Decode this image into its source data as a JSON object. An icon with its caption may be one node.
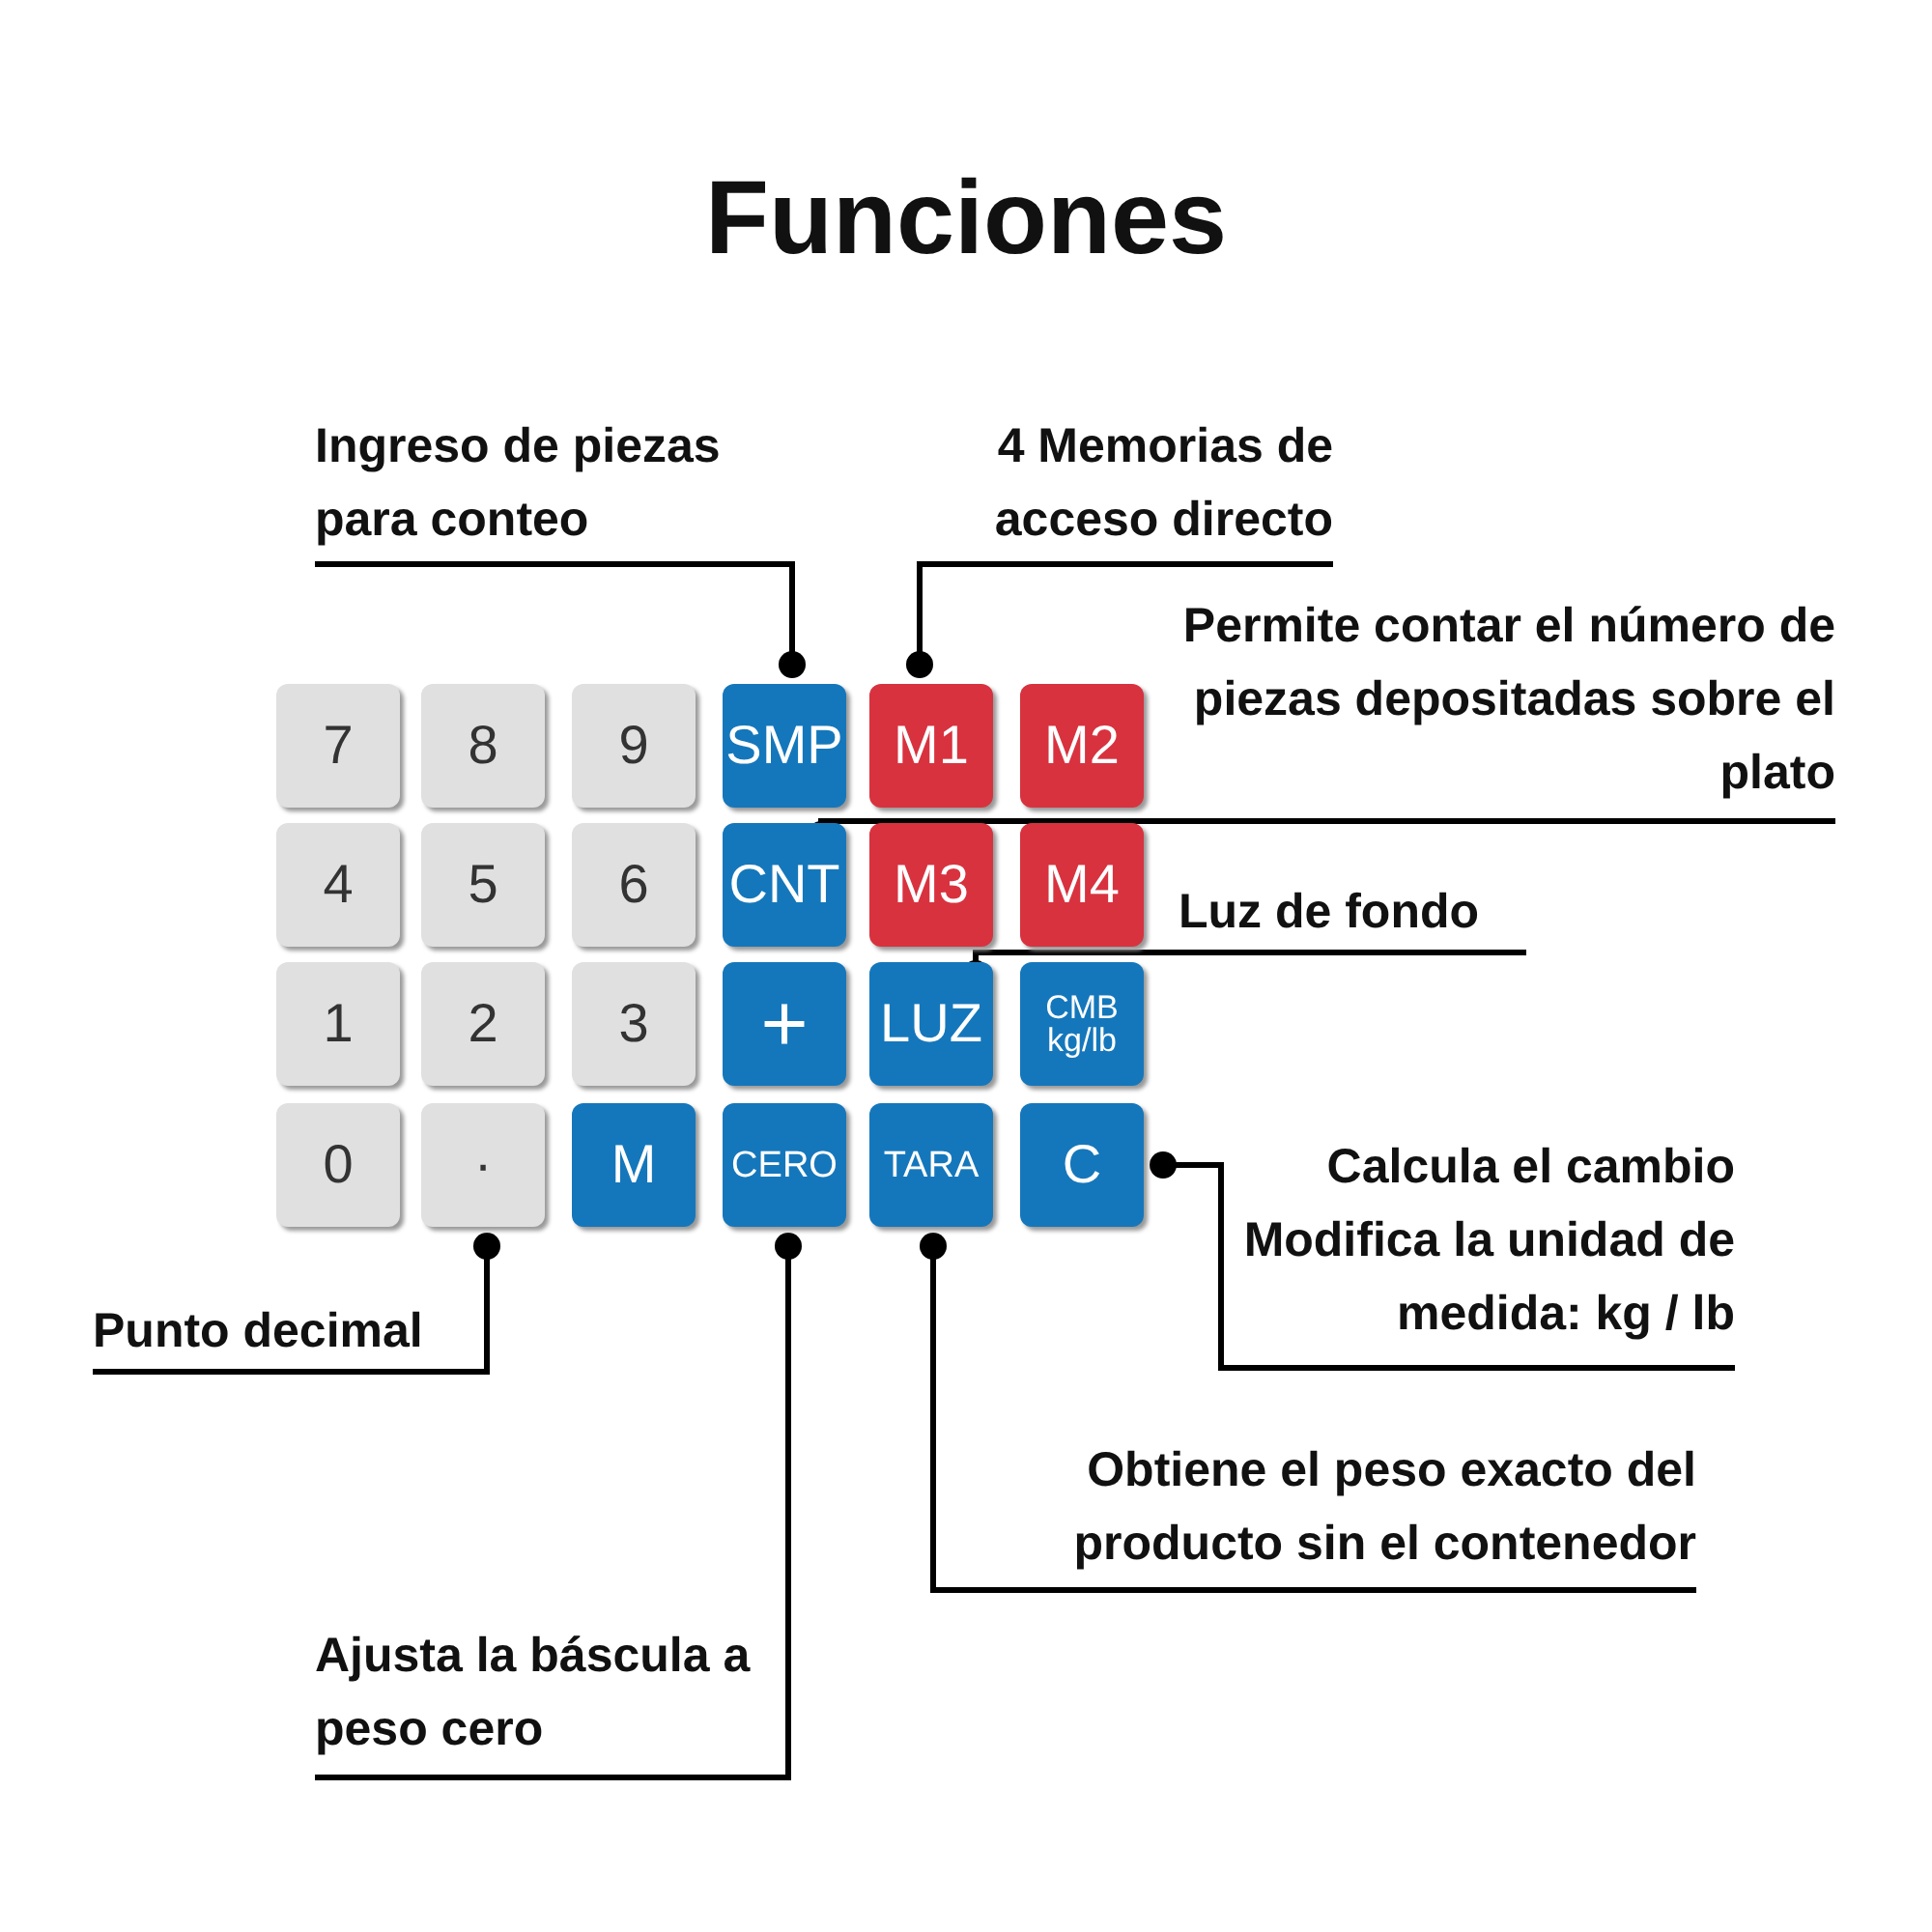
{
  "diagram": {
    "title": "Funciones",
    "nodes": [
      {
        "text": [
          "7"
        ]
      },
      {
        "text": [
          "8"
        ]
      },
      {
        "text": [
          "9"
        ]
      },
      {
        "text": [
          "SMP"
        ]
      },
      {
        "text": [
          "M1"
        ]
      },
      {
        "text": [
          "M2"
        ]
      },
      {
        "text": [
          "4"
        ]
      },
      {
        "text": [
          "5"
        ]
      },
      {
        "text": [
          "6"
        ]
      },
      {
        "text": [
          "CNT"
        ]
      },
      {
        "text": [
          "M3"
        ]
      },
      {
        "text": [
          "M4"
        ]
      },
      {
        "text": [
          "1"
        ]
      },
      {
        "text": [
          "2"
        ]
      },
      {
        "text": [
          "3"
        ]
      },
      {
        "text": [
          "+"
        ]
      },
      {
        "text": [
          "LUZ"
        ]
      },
      {
        "text": [
          "CMB kg/lb"
        ]
      },
      {
        "text": [
          "0"
        ]
      },
      {
        "text": [
          "·"
        ]
      },
      {
        "text": [
          "M"
        ]
      },
      {
        "text": [
          "CERO"
        ]
      },
      {
        "text": [
          "TARA"
        ]
      },
      {
        "text": [
          "C"
        ]
      },
      {
        "text": [
          "Ingreso de piezas para conteo"
        ]
      },
      {
        "text": [
          "4 Memorias de acceso directo"
        ]
      },
      {
        "text": [
          "Permite contar el número de piezas depositadas sobre el plato"
        ]
      },
      {
        "text": [
          "Luz de fondo"
        ]
      },
      {
        "text": [
          "Calcula el cambio",
          "Modifica la unidad de medida: kg / lb"
        ]
      },
      {
        "text": [
          "Punto decimal"
        ]
      },
      {
        "text": [
          "Obtiene el peso exacto del producto sin el contenedor"
        ]
      },
      {
        "text": [
          "Ajusta la báscula a peso cero"
        ]
      }
    ],
    "edges": [
      {
        "from": 24,
        "to": 3,
        "arrow": "other"
      },
      {
        "from": 25,
        "to": 4,
        "arrow": "other"
      },
      {
        "from": 26,
        "to": 9,
        "arrow": "other"
      },
      {
        "from": 27,
        "to": 16,
        "arrow": "other"
      },
      {
        "from": 28,
        "to": 23,
        "arrow": "other"
      },
      {
        "from": 29,
        "to": 19,
        "arrow": "other"
      },
      {
        "from": 30,
        "to": 22,
        "arrow": "other"
      },
      {
        "from": 31,
        "to": 21,
        "arrow": "other"
      }
    ]
  }
}
